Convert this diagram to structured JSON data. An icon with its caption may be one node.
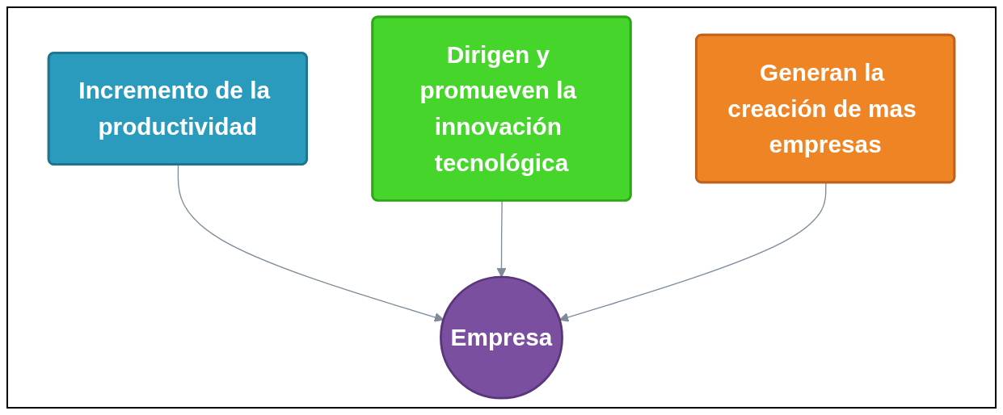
{
  "diagram": {
    "nodes": [
      {
        "text": [
          "Incremento de la productividad"
        ]
      },
      {
        "text": [
          "Dirigen y promueven la innovación tecnológica"
        ]
      },
      {
        "text": [
          "Generan la creación de mas empresas"
        ]
      },
      {
        "text": [
          "Empresa"
        ]
      }
    ],
    "edges": [
      {
        "from": 0,
        "to": 3,
        "arrow": "to"
      },
      {
        "from": 1,
        "to": 3,
        "arrow": "to"
      },
      {
        "from": 2,
        "to": 3,
        "arrow": "to"
      }
    ]
  }
}
